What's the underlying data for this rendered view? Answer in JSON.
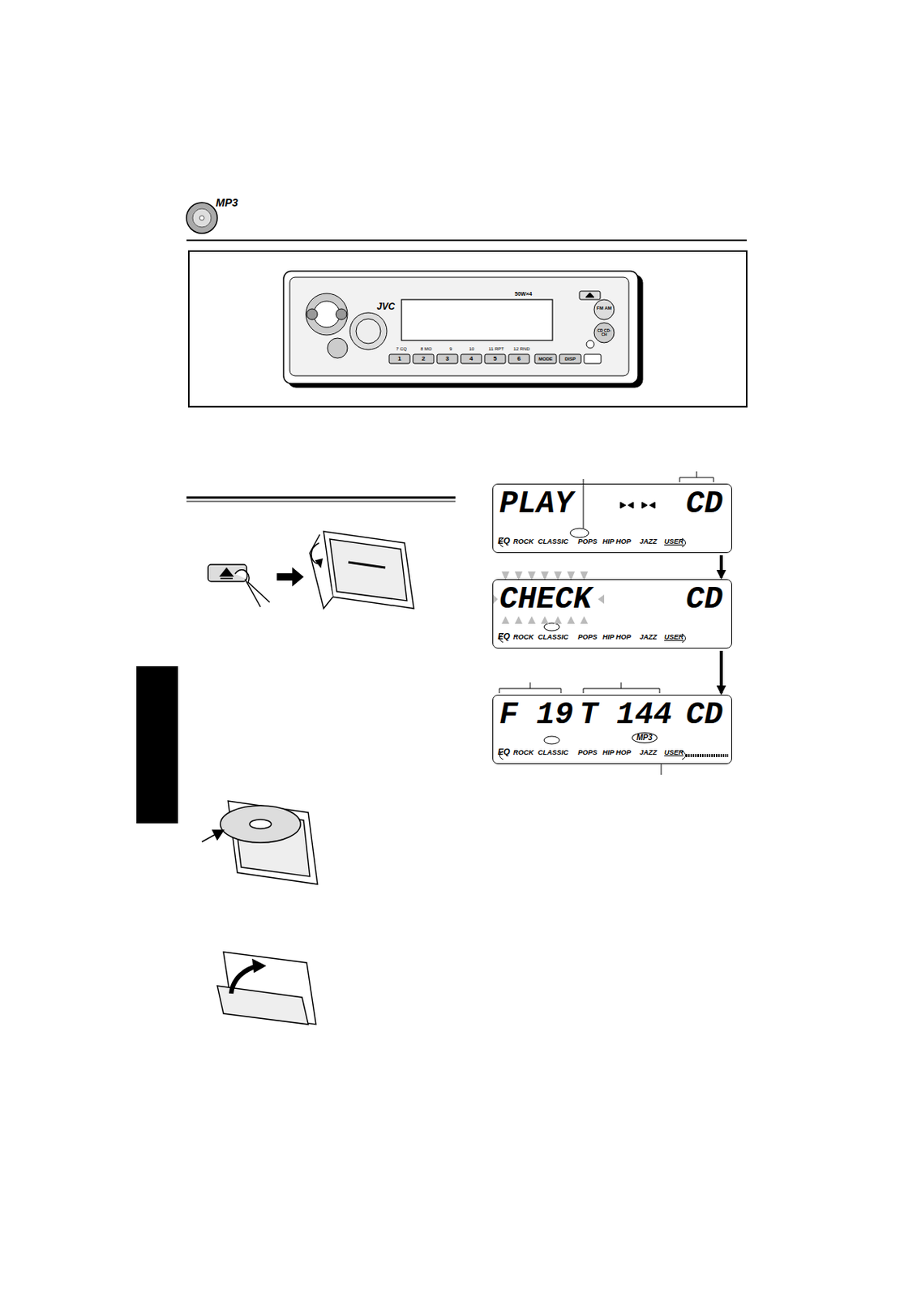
{
  "diagram": {
    "nodes": [
      {
        "text": [
          "PLAY",
          "CD",
          "EQ",
          "ROCK",
          "CLASSIC",
          "POPS",
          "HIP HOP",
          "JAZZ",
          "USER"
        ]
      },
      {
        "text": [
          "CHECK",
          "CD",
          "EQ",
          "ROCK",
          "CLASSIC",
          "POPS",
          "HIP HOP",
          "JAZZ",
          "USER"
        ]
      },
      {
        "text": [
          "F 19",
          "T 144",
          "CD",
          "MP3",
          "EQ",
          "ROCK",
          "CLASSIC",
          "POPS",
          "HIP HOP",
          "JAZZ",
          "USER"
        ]
      }
    ],
    "edges": [
      {
        "from": 0,
        "to": 1,
        "arrow": "to"
      },
      {
        "from": 1,
        "to": 2,
        "arrow": "to"
      }
    ],
    "labels": [
      "MP3",
      "JVC",
      "50W×4",
      "FM AM",
      "CD CD-CH",
      "7 CQ",
      "8 MO",
      "9",
      "10",
      "11 RPT",
      "12 RND",
      "1",
      "2",
      "3",
      "4",
      "5",
      "6",
      "MODE",
      "DISP"
    ]
  }
}
